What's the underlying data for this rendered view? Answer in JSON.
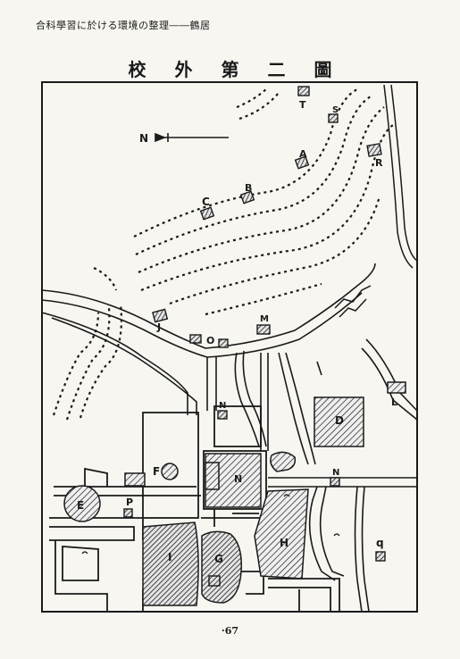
{
  "header": {
    "running_head": "合科學習に於ける環境の整理――鶴居"
  },
  "figure": {
    "title": "校外第二圖",
    "north_marker": "N",
    "labels": {
      "A": "A",
      "B": "B",
      "C": "C",
      "D": "D",
      "E": "E",
      "F": "F",
      "G": "G",
      "H": "H",
      "I": "I",
      "J": "J",
      "L": "L",
      "M": "M",
      "N": "N",
      "O": "O",
      "P": "P",
      "Q": "q",
      "R": "R",
      "S": "S",
      "T": "T"
    }
  },
  "footer": {
    "page_number": "·67"
  },
  "colors": {
    "ink": "#1a1a1a",
    "paper": "#f7f6f1",
    "hatch_fill": "#d9d9d9"
  }
}
